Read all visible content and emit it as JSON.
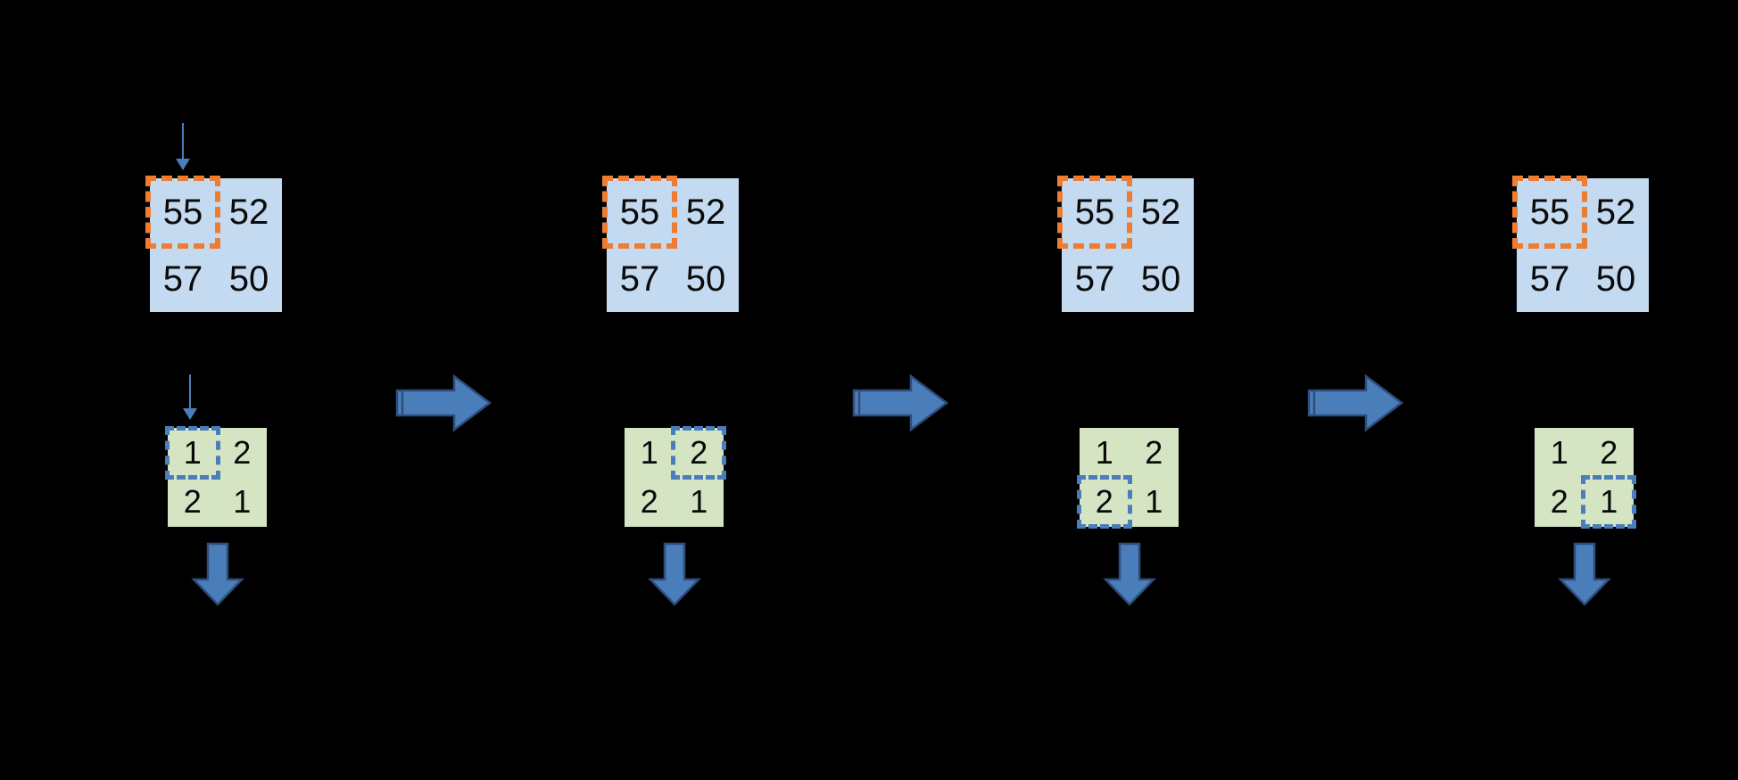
{
  "diagram": {
    "title": "Sliding window over input matrix with kernel position advancing",
    "background_color": "#000000",
    "colors": {
      "input_matrix_fill": "#c3daf0",
      "kernel_matrix_fill": "#d5e5c3",
      "input_window_outline": "#ed7d31",
      "kernel_window_outline": "#4a7ebb",
      "arrow_fill": "#4a7ebb",
      "arrow_outline": "#2e4d7b",
      "text_color": "#0a0a0a"
    },
    "input_matrix": {
      "name": "input-matrix",
      "rows": [
        [
          "55",
          "52"
        ],
        [
          "57",
          "50"
        ]
      ]
    },
    "kernel_matrix": {
      "name": "kernel-matrix",
      "rows": [
        [
          "1",
          "2"
        ],
        [
          "2",
          "1"
        ]
      ]
    },
    "stages": [
      {
        "index": 1,
        "input_window_cell": "top-left",
        "input_window_value": "55",
        "kernel_window_cell": "top-left",
        "kernel_window_value": "1",
        "has_input_pointer": true,
        "has_kernel_pointer": true,
        "has_down_arrow": true,
        "has_right_arrow_after": true
      },
      {
        "index": 2,
        "input_window_cell": "top-left",
        "input_window_value": "55",
        "kernel_window_cell": "top-right",
        "kernel_window_value": "2",
        "has_input_pointer": false,
        "has_kernel_pointer": false,
        "has_down_arrow": true,
        "has_right_arrow_after": true
      },
      {
        "index": 3,
        "input_window_cell": "top-left",
        "input_window_value": "55",
        "kernel_window_cell": "bottom-left",
        "kernel_window_value": "2",
        "has_input_pointer": false,
        "has_kernel_pointer": false,
        "has_down_arrow": true,
        "has_right_arrow_after": true
      },
      {
        "index": 4,
        "input_window_cell": "top-left",
        "input_window_value": "55",
        "kernel_window_cell": "bottom-right",
        "kernel_window_value": "1",
        "has_input_pointer": false,
        "has_kernel_pointer": false,
        "has_down_arrow": true,
        "has_right_arrow_after": false
      }
    ]
  }
}
